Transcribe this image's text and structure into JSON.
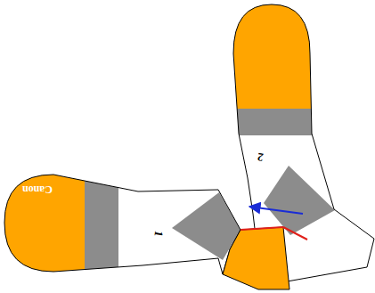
{
  "diagram": {
    "labels": [
      "Canon",
      "1",
      "2"
    ]
  }
}
